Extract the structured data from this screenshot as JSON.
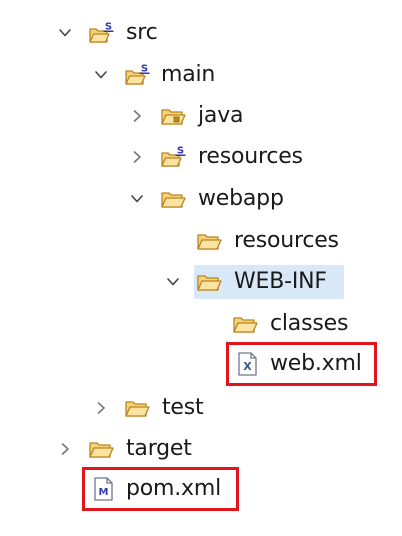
{
  "tree": {
    "items": [
      {
        "label": "src",
        "icon": "source-folder-icon",
        "expanded": true
      },
      {
        "label": "main",
        "icon": "source-folder-icon",
        "expanded": true
      },
      {
        "label": "java",
        "icon": "package-folder-icon",
        "expanded": false
      },
      {
        "label": "resources",
        "icon": "source-folder-icon",
        "expanded": false
      },
      {
        "label": "webapp",
        "icon": "folder-icon",
        "expanded": true
      },
      {
        "label": "resources",
        "icon": "folder-icon"
      },
      {
        "label": "WEB-INF",
        "icon": "folder-icon",
        "expanded": true,
        "selected": true
      },
      {
        "label": "classes",
        "icon": "folder-icon"
      },
      {
        "label": "web.xml",
        "icon": "xml-file-icon",
        "highlighted": true
      },
      {
        "label": "test",
        "icon": "folder-icon",
        "expanded": false
      },
      {
        "label": "target",
        "icon": "folder-icon",
        "expanded": false
      },
      {
        "label": "pom.xml",
        "icon": "maven-file-icon",
        "highlighted": true
      }
    ]
  },
  "colors": {
    "highlight": "#e0161c",
    "selection": "#d9e8f7",
    "folder": "#e6b24a",
    "source_badge": "#2f3aa8"
  }
}
